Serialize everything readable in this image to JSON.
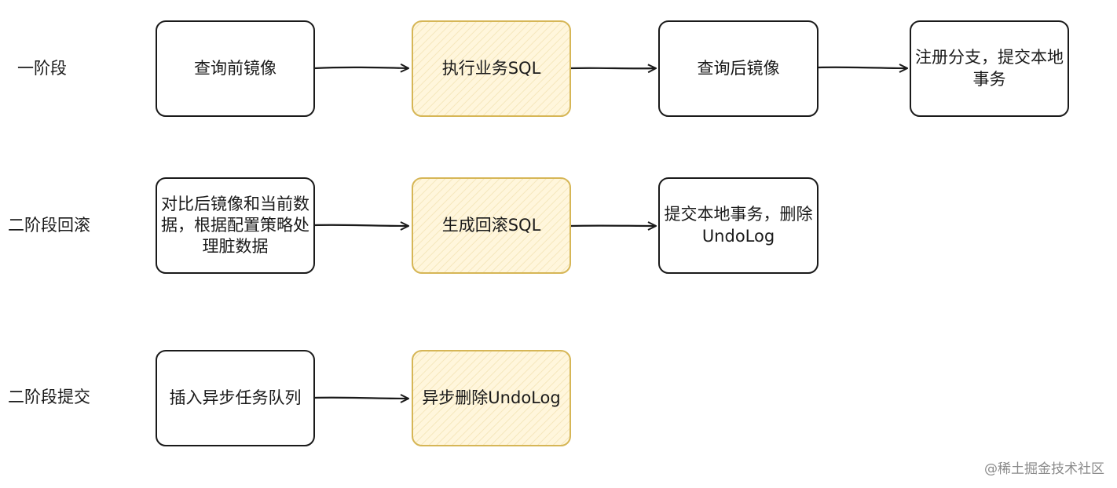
{
  "rows": [
    {
      "label": "一阶段"
    },
    {
      "label": "二阶段回滚"
    },
    {
      "label": "二阶段提交"
    }
  ],
  "boxes": {
    "r1b1": "查询前镜像",
    "r1b2": "执行业务SQL",
    "r1b3": "查询后镜像",
    "r1b4": "注册分支，提交本地事务",
    "r2b1": "对比后镜像和当前数据，根据配置策略处理脏数据",
    "r2b2": "生成回滚SQL",
    "r2b3": "提交本地事务，删除UndoLog",
    "r3b1": "插入异步任务队列",
    "r3b2": "异步删除UndoLog"
  },
  "colors": {
    "highlight_border": "#d6b656",
    "highlight_fill": "#fff6dc",
    "stroke": "#1a1a1a"
  },
  "watermark": "@稀土掘金技术社区"
}
